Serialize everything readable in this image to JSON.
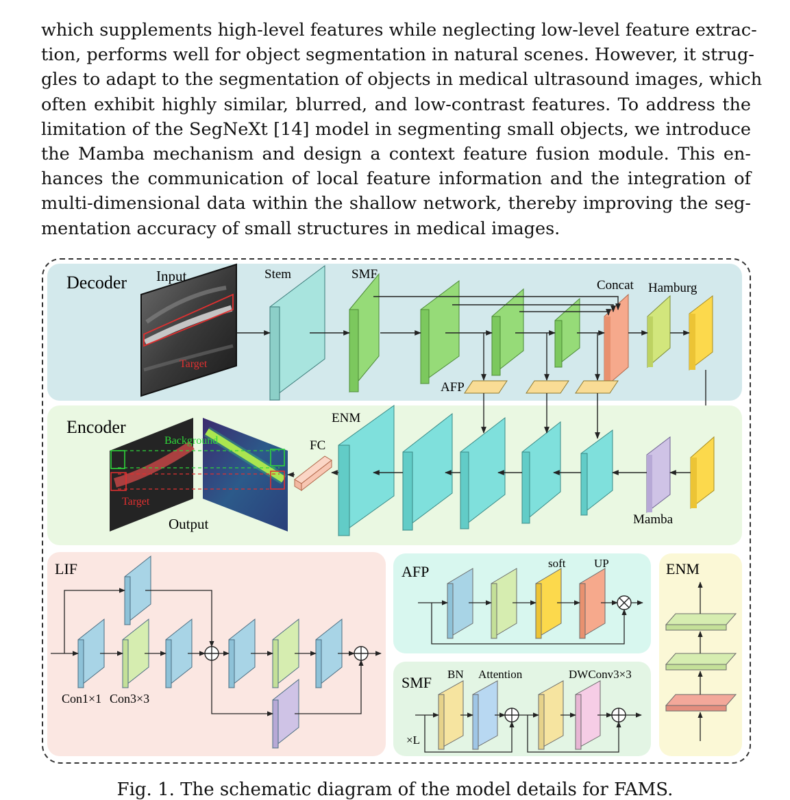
{
  "paragraph_lines": [
    "which supplements high-level features while neglecting low-level feature extrac-",
    "tion, performs well for object segmentation in natural scenes. However, it strug-",
    "gles to adapt to the segmentation of objects in medical ultrasound images, which",
    "often exhibit highly similar, blurred, and low-contrast features. To address the",
    "limitation of the SegNeXt [14] model in segmenting small objects, we introduce",
    "the Mamba mechanism and design a context feature fusion module. This en-",
    "hances the communication of local feature information and the integration of",
    "multi-dimensional data within the shallow network, thereby improving the seg-",
    "mentation accuracy of small structures in medical images."
  ],
  "figure": {
    "decoder": {
      "title": "Decoder",
      "input_label": "Input",
      "target_label": "Target",
      "stem_label": "Stem",
      "smf_label": "SMF",
      "concat_label": "Concat",
      "hamburg_label": "Hamburg",
      "afp_label": "AFP"
    },
    "encoder": {
      "title": "Encoder",
      "enm_label": "ENM",
      "fc_label": "FC",
      "background_label": "Background",
      "target_label": "Target",
      "output_label": "Output",
      "mamba_label": "Mamba"
    },
    "lif": {
      "title": "LIF",
      "conv1_label": "Con1×1",
      "conv3_label": "Con3×3"
    },
    "afp": {
      "title": "AFP",
      "soft_label": "soft",
      "up_label": "UP"
    },
    "smf": {
      "title": "SMF",
      "bn_label": "BN",
      "attention_label": "Attention",
      "dwconv_label": "DWConv3×3",
      "repeat_label": "×L"
    },
    "enm": {
      "title": "ENM"
    },
    "colors": {
      "decoder_bg": "#d3e9ec",
      "encoder_bg": "#eaf8e2",
      "lif_bg": "#fbe7e2",
      "afp_bg": "#d8f7ef",
      "smf_bg": "#e3f5e4",
      "enm_bg": "#fbf8d6",
      "stem": "#a8e4de",
      "smf_block": "#96db78",
      "concat": "#f6a98c",
      "hamburg": "#d2e67c",
      "yellow": "#fcd94c",
      "cyan": "#7fe0dc",
      "mamba": "#cfc3e6",
      "fc": "#f8c7b3",
      "afp_block": "#f6e4a0",
      "lif_blue": "#a8d4e6",
      "lif_green": "#d6edb0",
      "lif_purple": "#cfc3e6"
    }
  },
  "caption": "Fig. 1. The schematic diagram of the model details for FAMS."
}
